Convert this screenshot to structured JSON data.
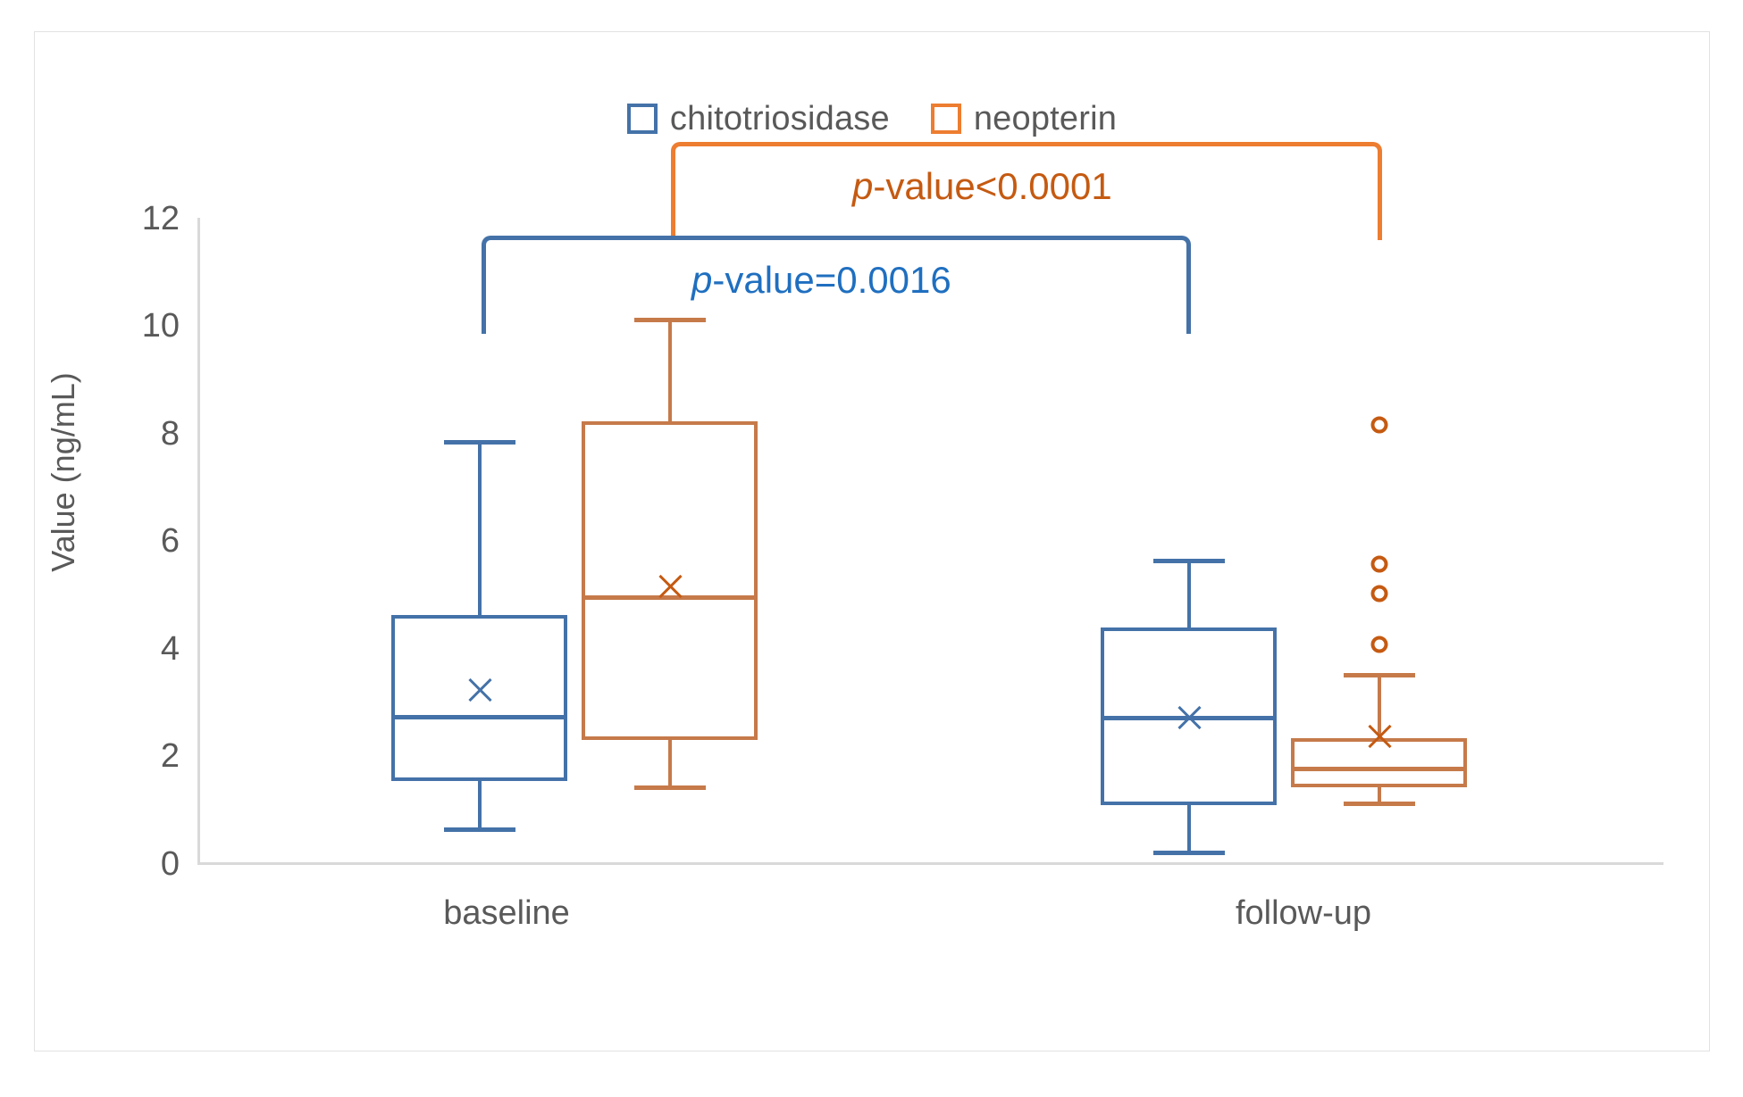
{
  "colors": {
    "blue": "#4472a8",
    "orange": "#c55a11",
    "orange_light": "#ed7d31",
    "axis": "#d9d9d9",
    "text": "#595959",
    "frame": "#e2e2e2"
  },
  "legend": {
    "items": [
      {
        "label": "chitotriosidase",
        "color": "#4472a8",
        "icon": "legend-swatch-square"
      },
      {
        "label": "neopterin",
        "color": "#ed7d31",
        "icon": "legend-swatch-square"
      }
    ]
  },
  "axes": {
    "y_title": "Value (ng/mL)",
    "y_ticks": [
      "0",
      "2",
      "4",
      "6",
      "8",
      "10",
      "12"
    ],
    "x_ticks": [
      "baseline",
      "follow-up"
    ]
  },
  "annotations": [
    {
      "id": "orange-bracket",
      "prefix": "p",
      "text": "-value<0.0001",
      "color": "#c55a11"
    },
    {
      "id": "blue-bracket",
      "prefix": "p",
      "text": "-value=0.0016",
      "color": "#1f6fc0"
    }
  ],
  "chart_data": {
    "type": "box",
    "title": "",
    "xlabel": "",
    "ylabel": "Value (ng/mL)",
    "ylim": [
      0,
      12
    ],
    "ytick_interval": 2,
    "grid": false,
    "legend_position": "top-center",
    "categories": [
      "baseline",
      "follow-up"
    ],
    "series": [
      {
        "name": "chitotriosidase",
        "color": "#4472a8",
        "boxes": [
          {
            "category": "baseline",
            "min": 0.65,
            "q1": 1.55,
            "median": 2.72,
            "q3": 4.63,
            "max": 7.85,
            "mean": 3.22,
            "outliers": []
          },
          {
            "category": "follow-up",
            "min": 0.18,
            "q1": 1.08,
            "median": 2.7,
            "q3": 4.4,
            "max": 5.65,
            "mean": 2.7,
            "outliers": []
          }
        ]
      },
      {
        "name": "neopterin",
        "color": "#ed7d31",
        "boxes": [
          {
            "category": "baseline",
            "min": 1.43,
            "q1": 2.3,
            "median": 4.95,
            "q3": 8.2,
            "max": 10.1,
            "mean": 5.15,
            "outliers": []
          },
          {
            "category": "follow-up",
            "min": 1.1,
            "q1": 1.42,
            "median": 1.75,
            "q3": 2.32,
            "max": 3.5,
            "mean": 2.35,
            "outliers": [
              8.15,
              5.55,
              5.0,
              4.05
            ]
          }
        ]
      }
    ],
    "significance": [
      {
        "label": "p-value<0.0001",
        "series": "neopterin",
        "from": "baseline",
        "to": "follow-up",
        "color": "#c55a11"
      },
      {
        "label": "p-value=0.0016",
        "series": "chitotriosidase",
        "from": "baseline",
        "to": "follow-up",
        "color": "#1f6fc0"
      }
    ]
  }
}
